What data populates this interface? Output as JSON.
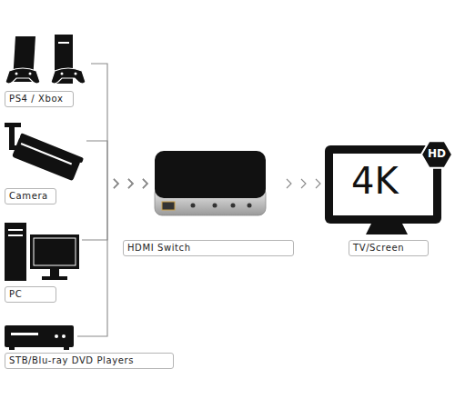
{
  "diagram": {
    "nodes": [
      {
        "text": [
          "PS4 / Xbox"
        ]
      },
      {
        "text": [
          "Camera"
        ]
      },
      {
        "text": [
          "PC"
        ]
      },
      {
        "text": [
          "STB/Blu-ray DVD Players"
        ]
      },
      {
        "text": [
          "HDMI Switch"
        ]
      },
      {
        "text": [
          "TV/Screen"
        ]
      }
    ],
    "edges": [
      {
        "from": 0,
        "to": 4,
        "arrow": "to"
      },
      {
        "from": 1,
        "to": 4,
        "arrow": "to"
      },
      {
        "from": 2,
        "to": 4,
        "arrow": "to"
      },
      {
        "from": 3,
        "to": 4,
        "arrow": "to"
      },
      {
        "from": 4,
        "to": 5,
        "arrow": "to"
      }
    ],
    "labels": [
      "4K",
      "HD"
    ]
  }
}
